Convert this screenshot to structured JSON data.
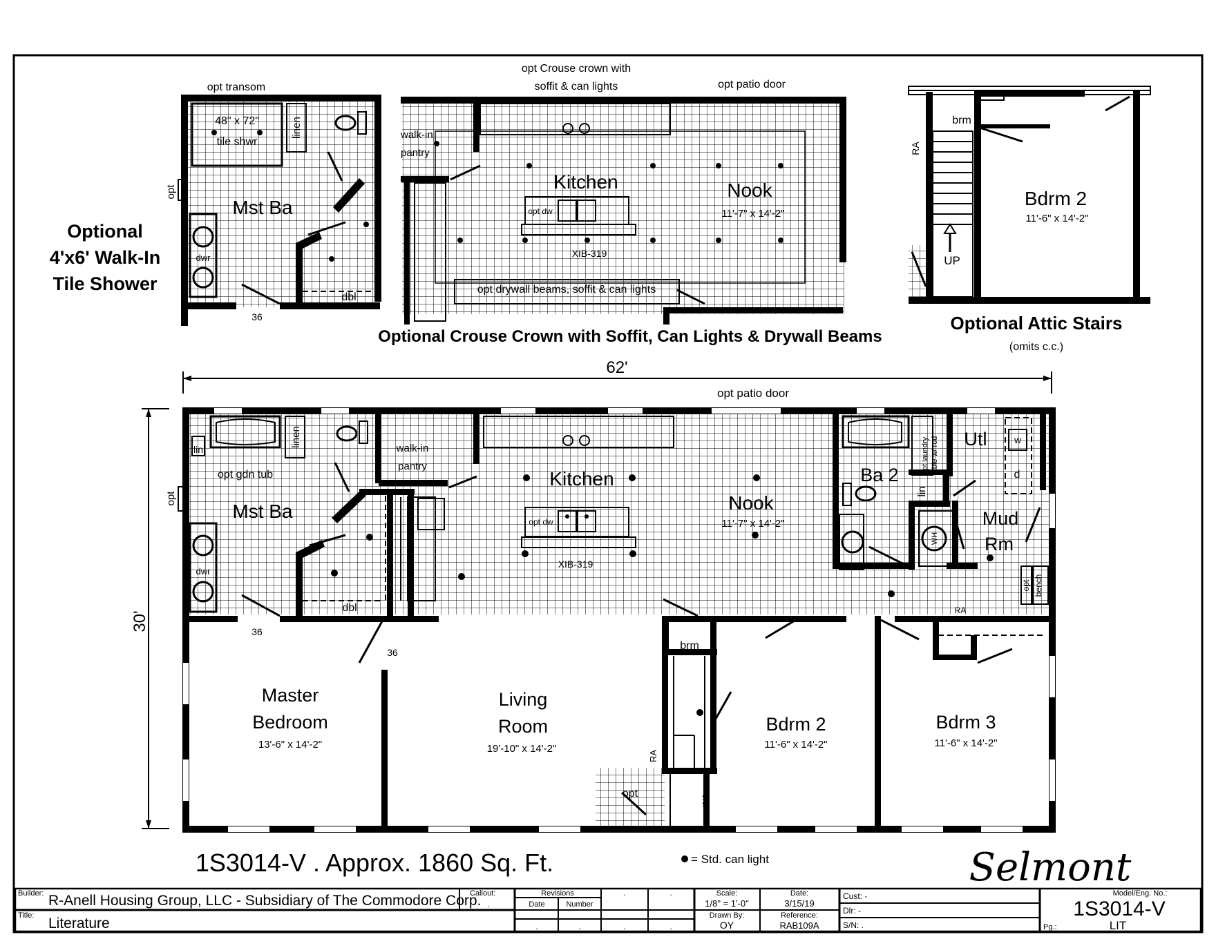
{
  "options": {
    "shower_caption": [
      "Optional",
      "4'x6' Walk-In",
      "Tile Shower"
    ],
    "crown_caption": "Optional Crouse Crown with Soffit, Can Lights & Drywall Beams",
    "attic_caption": "Optional Attic Stairs",
    "attic_note": "(omits c.c.)",
    "shower_inset": {
      "opt_transom": "opt transom",
      "shower": [
        "48\" x 72\"",
        "tile shwr"
      ],
      "linen": "linen",
      "opt": "opt",
      "room": "Mst Ba",
      "dwr": "dwr",
      "dbl": "dbl",
      "door": "36"
    },
    "crown_inset": {
      "top_note": [
        "opt Crouse crown with",
        "soffit & can lights"
      ],
      "patio": "opt patio door",
      "pantry": [
        "walk-in",
        "pantry"
      ],
      "kitchen": "Kitchen",
      "nook": "Nook",
      "nook_dim": "11'-7\" x 14'-2\"",
      "opt_dw": "opt dw",
      "island": "XIB-319",
      "beams": "opt drywall beams, soffit & can lights"
    },
    "attic_inset": {
      "brm": "brm",
      "ra": "RA",
      "up": "UP",
      "bdrm": "Bdrm 2",
      "bdrm_dim": "11'-6\" x 14'-2\""
    }
  },
  "plan": {
    "width_dim": "62'",
    "depth_dim": "30'",
    "patio": "opt patio door",
    "opt_window": "opt",
    "lin": "lin",
    "linen": "linen",
    "gdn_tub": "opt gdn tub",
    "mst_ba": "Mst Ba",
    "dwr": "dwr",
    "dbl": "dbl",
    "door_36a": "36",
    "door_36b": "36",
    "pantry": [
      "walk-in",
      "pantry"
    ],
    "kitchen": "Kitchen",
    "opt_dw": "opt dw",
    "island": "XIB-319",
    "nook": "Nook",
    "nook_dim": "11'-7\" x 14'-2\"",
    "ba2": "Ba 2",
    "utl": "Utl",
    "laundry": [
      "opt laundry",
      "table w/ rod"
    ],
    "w": "w",
    "d": "d",
    "wh": "WH",
    "mud": [
      "Mud",
      "Rm"
    ],
    "opt_bench": "opt",
    "bench": "bench",
    "ra_mud": "RA",
    "master": [
      "Master",
      "Bedroom"
    ],
    "master_dim": "13'-6\" x 14'-2\"",
    "living": [
      "Living",
      "Room"
    ],
    "living_dim": "19'-10\" x 14'-2\"",
    "brm": "brm",
    "ra_hall": "RA",
    "opt_porch": "opt",
    "cc": "c.c.",
    "bdrm2": "Bdrm 2",
    "bdrm2_dim": "11'-6\" x 14'-2\"",
    "bdrm3": "Bdrm 3",
    "bdrm3_dim": "11'-6\" x 14'-2\""
  },
  "footer": {
    "model_line": "1S3014-V .  Approx. 1860 Sq. Ft.",
    "legend": "= Std. can light",
    "brand": "Selmont"
  },
  "title_block": {
    "builder_label": "Builder:",
    "builder": "R-Anell Housing Group, LLC - Subsidiary of The Commodore Corp.",
    "title_label": "Title:",
    "title": "Literature",
    "callout_label": "Callout:",
    "callout_value": ".",
    "revisions_label": "Revisions",
    "date_col": "Date",
    "number_col": "Number",
    "dot": ".",
    "scale_label": "Scale:",
    "scale": "1/8\" = 1'-0\"",
    "date_label": "Date:",
    "date": "3/15/19",
    "drawn_label": "Drawn By:",
    "drawn": "OY",
    "reference_label": "Reference:",
    "reference": "RAB109A",
    "cust": "Cust: -",
    "dlr": "Dlr:   -",
    "sn": "S/N:  .",
    "model_label": "Model/Eng. No.:",
    "model": "1S3014-V",
    "pg_label": "Pg.:",
    "pg": "LIT"
  }
}
